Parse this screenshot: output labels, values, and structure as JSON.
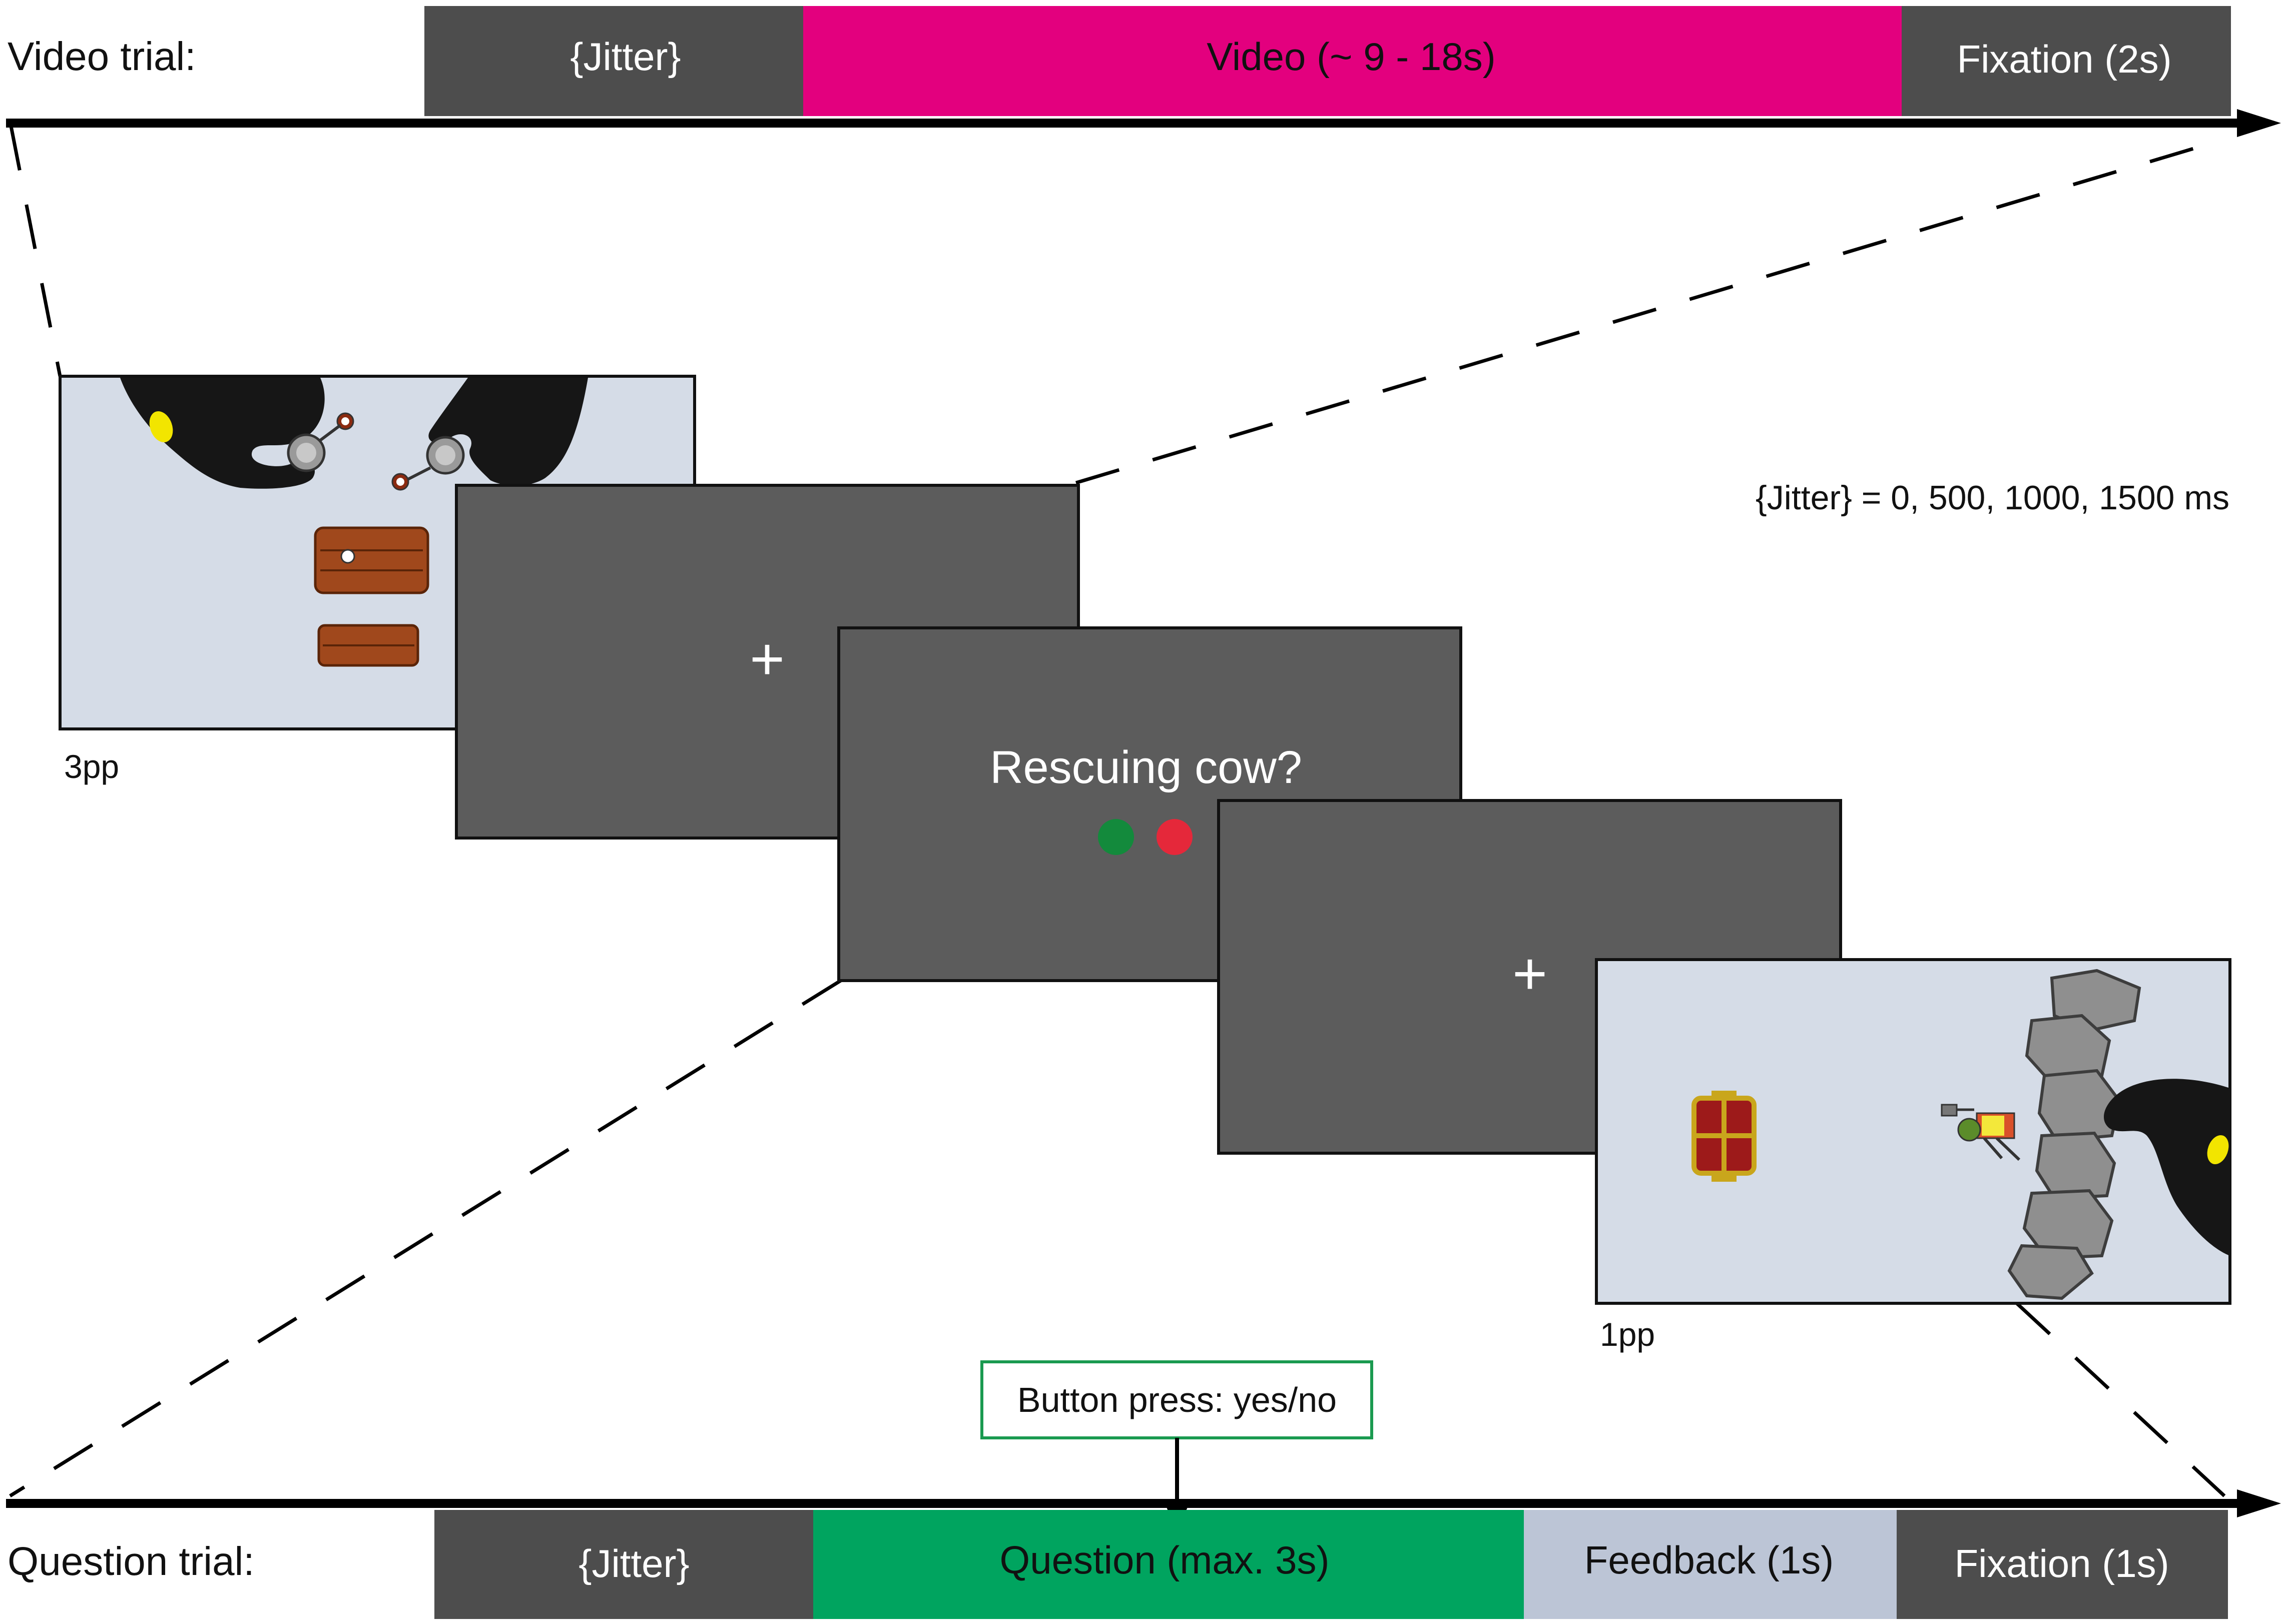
{
  "video_trial": {
    "label": "Video trial:",
    "segments": [
      {
        "text": "{Jitter}",
        "color": "#4d4d4d"
      },
      {
        "text": "Video (~ 9 - 18s)",
        "color": "#e3007e"
      },
      {
        "text": "Fixation (2s)",
        "color": "#4d4d4d"
      }
    ]
  },
  "question_trial": {
    "label": "Question trial:",
    "segments": [
      {
        "text": "{Jitter}",
        "color": "#4d4d4d"
      },
      {
        "text": "Question (max. 3s)",
        "color": "#00a45f"
      },
      {
        "text": "Feedback (1s)",
        "color": "#bcc5d6"
      },
      {
        "text": "Fixation (1s)",
        "color": "#4d4d4d"
      }
    ]
  },
  "jitter_note": "{Jitter} = 0, 500, 1000, 1500 ms",
  "screens": {
    "video_3pp_caption": "3pp",
    "fixation_symbol": "+",
    "question_text": "Rescuing cow?",
    "video_1pp_caption": "1pp"
  },
  "response_colors": {
    "yes": "#138a3c",
    "no": "#e5283a"
  },
  "button_press": "Button press: yes/no"
}
